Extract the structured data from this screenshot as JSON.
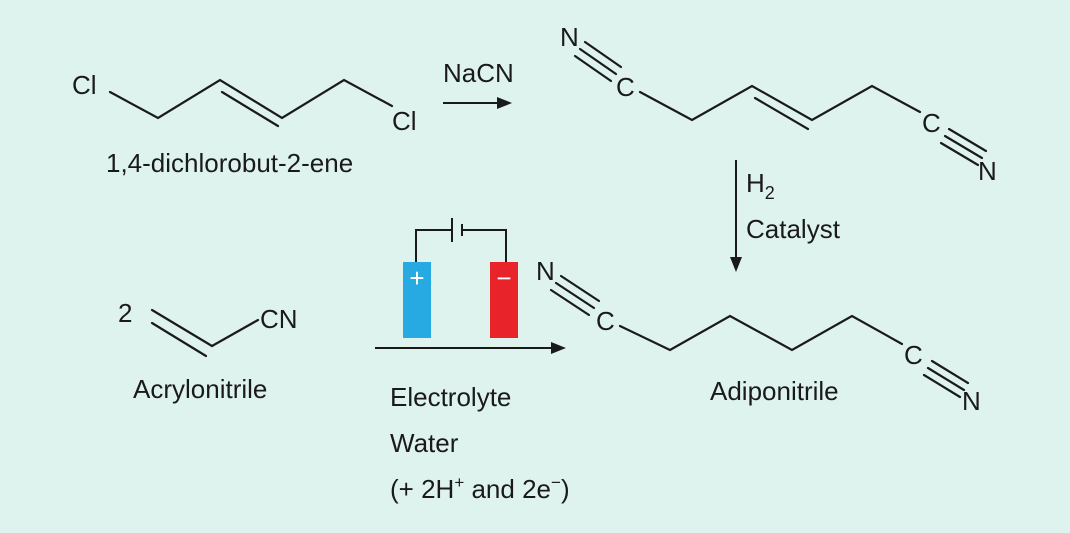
{
  "colors": {
    "background": "#dff3ee",
    "anode": "#27a9e1",
    "cathode": "#e8232a",
    "ink": "#1a1a1a"
  },
  "reaction1": {
    "reactant_cl_left": "Cl",
    "reactant_cl_right": "Cl",
    "reactant_name": "1,4-dichlorobut-2-ene",
    "reagent": "NaCN",
    "product_n_left": "N",
    "product_c_left": "C",
    "product_c_right": "C",
    "product_n_right": "N"
  },
  "hydrogenation": {
    "reagent_main": "H",
    "reagent_sub": "2",
    "catalyst": "Catalyst"
  },
  "reaction2": {
    "coefficient": "2",
    "cn_group": "CN",
    "reactant_name": "Acrylonitrile",
    "anode_sign": "+",
    "cathode_sign": "−",
    "condition_1": "Electrolyte",
    "condition_2": "Water",
    "condition_3_open": "(+ 2H",
    "condition_3_sup1": "+",
    "condition_3_mid": " and 2e",
    "condition_3_sup2": "−",
    "condition_3_close": ")"
  },
  "product": {
    "n_left": "N",
    "c_left": "C",
    "c_right": "C",
    "n_right": "N",
    "name": "Adiponitrile"
  }
}
